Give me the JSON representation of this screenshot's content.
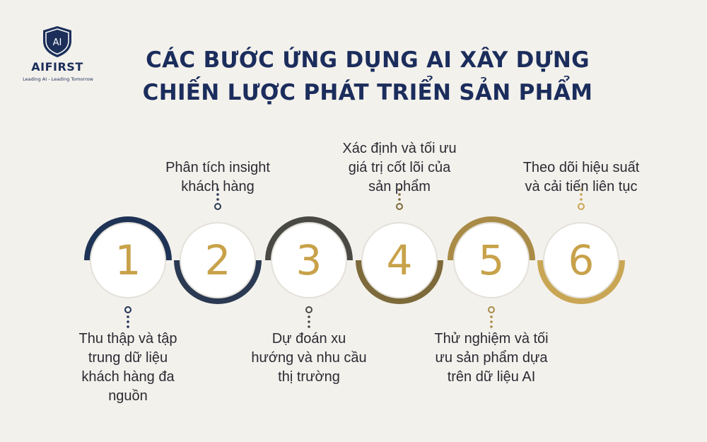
{
  "brand": {
    "logo_letters": "AI",
    "name": "AIFIRST",
    "tagline": "Leading AI - Leading Tomorrow"
  },
  "title": {
    "line1": "CÁC BƯỚC ỨNG DỤNG AI XÂY DỰNG",
    "line2": "CHIẾN LƯỢC PHÁT TRIỂN SẢN PHẨM"
  },
  "colors": {
    "background": "#f3f1ec",
    "title": "#1b2d5c",
    "number": "#c8a24a",
    "step_colors": [
      "#1e3355",
      "#2b3a52",
      "#4a4a44",
      "#7d6a3a",
      "#a98b47",
      "#c9a654"
    ]
  },
  "steps": [
    {
      "number": "1",
      "text_lines": [
        "Thu thập và tập",
        "trung dữ liệu",
        "khách hàng đa",
        "nguồn"
      ]
    },
    {
      "number": "2",
      "text_lines": [
        "Phân tích insight",
        "khách hàng"
      ]
    },
    {
      "number": "3",
      "text_lines": [
        "Dự đoán xu",
        "hướng và nhu cầu",
        "thị trường"
      ]
    },
    {
      "number": "4",
      "text_lines": [
        "Xác định và tối ưu",
        "giá trị cốt lõi của",
        "sản phẩm"
      ]
    },
    {
      "number": "5",
      "text_lines": [
        "Thử nghiệm và tối",
        "ưu sản phẩm dựa",
        "trên dữ liệu AI"
      ]
    },
    {
      "number": "6",
      "text_lines": [
        "Theo dõi hiệu suất",
        "và cải tiến liên tục"
      ]
    }
  ]
}
